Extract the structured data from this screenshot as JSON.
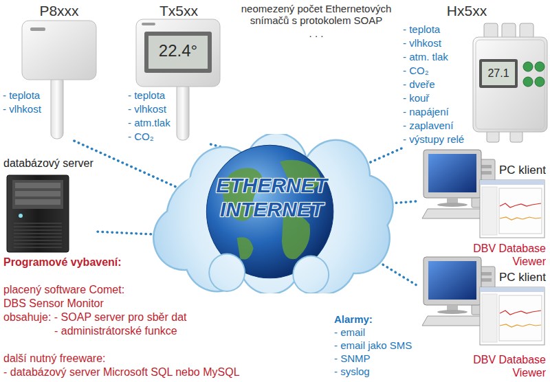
{
  "diagram": {
    "nodes": [
      {
        "text": [
          "P8xxx",
          "- teplota",
          "- vlhkost"
        ]
      },
      {
        "text": [
          "Tx5xx",
          "- teplota",
          "- vlhkost",
          "- atm.tlak",
          "- CO₂"
        ]
      },
      {
        "text": [
          "Hx5xx",
          "- teplota",
          "- vlhkost",
          "- atm. tlak",
          "- CO₂",
          "- dveře",
          "- kouř",
          "- napájení",
          "- zaplavení",
          "- výstupy relé"
        ]
      },
      {
        "text": [
          "databázový server"
        ]
      },
      {
        "text": [
          "ETHERNET INTERNET"
        ]
      },
      {
        "text": [
          "PC klient",
          "DBV Database Viewer"
        ]
      },
      {
        "text": [
          "PC klient",
          "DBV Database Viewer"
        ]
      }
    ],
    "edges": [
      {
        "from": 0,
        "to": 4,
        "arrow": "none"
      },
      {
        "from": 1,
        "to": 4,
        "arrow": "none"
      },
      {
        "from": 2,
        "to": 4,
        "arrow": "none"
      },
      {
        "from": 3,
        "to": 4,
        "arrow": "none"
      },
      {
        "from": 4,
        "to": 5,
        "arrow": "none"
      },
      {
        "from": 4,
        "to": 6,
        "arrow": "none"
      }
    ],
    "labels": [
      "neomezený počet Ethernetových snímačů s protokolem SOAP",
      ". . .",
      "22.4°",
      "27.1",
      "Programové vybavení:",
      "placený software Comet:",
      "DBS Sensor Monitor",
      "obsahuje: - SOAP server pro sběr dat",
      "- administrátorské funkce",
      "další nutný freeware:",
      "- databázový server Microsoft SQL nebo MySQL",
      "Alarmy:",
      "- email",
      "- email jako SMS",
      "- SNMP",
      "- syslog"
    ]
  }
}
